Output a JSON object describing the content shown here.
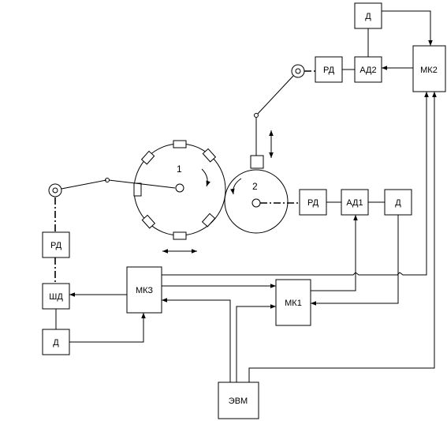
{
  "blocks": {
    "d_top": "Д",
    "rd_top": "РД",
    "ad2": "АД2",
    "mk2": "МК2",
    "rd_mid": "РД",
    "ad1": "АД1",
    "d_mid": "Д",
    "rd_left": "РД",
    "shd": "ШД",
    "d_left": "Д",
    "mk3": "МКЗ",
    "mk1": "МК1",
    "evm": "ЭВМ"
  },
  "rollers": {
    "roller1": "1",
    "roller2": "2"
  }
}
